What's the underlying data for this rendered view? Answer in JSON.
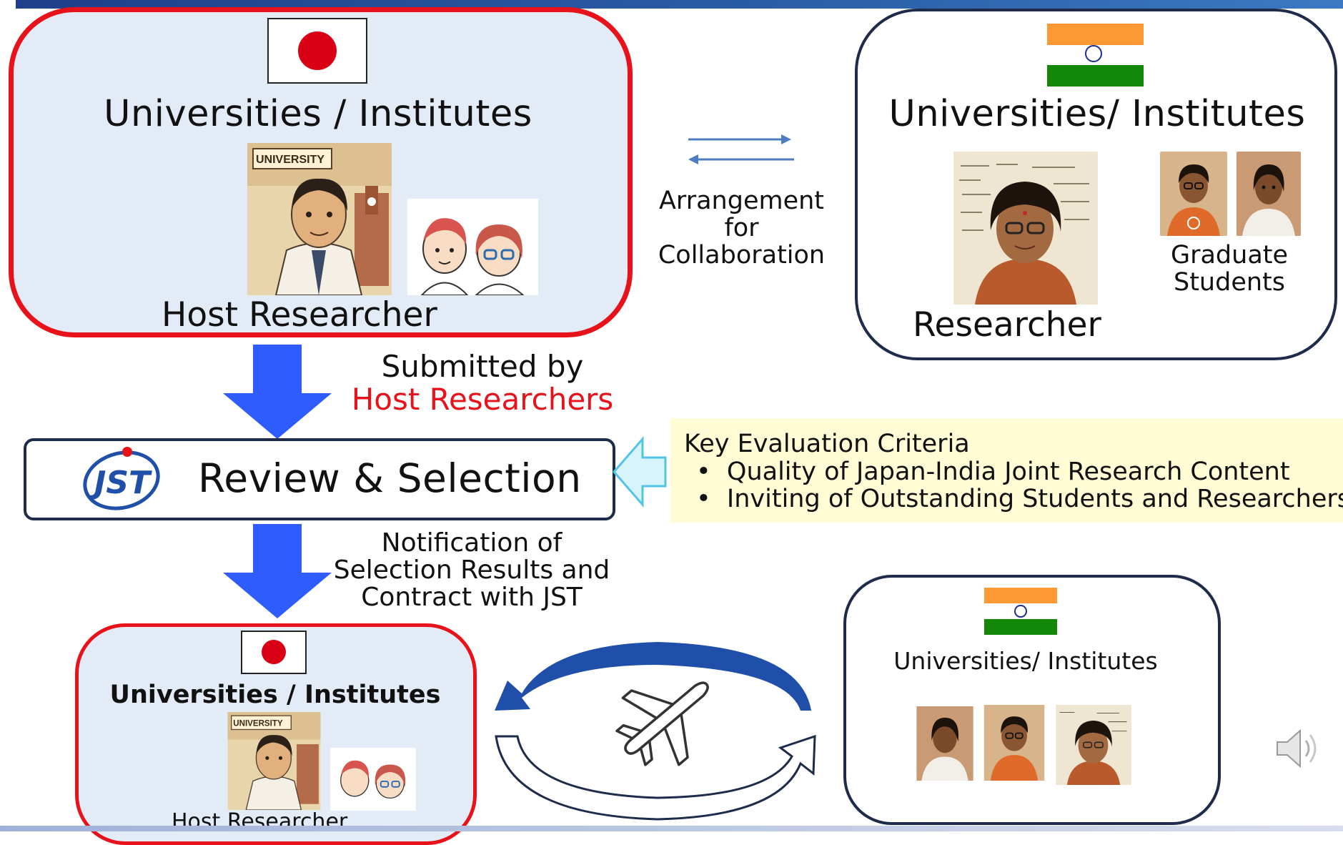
{
  "top_japan": {
    "title": "Universities / Institutes",
    "caption": "Host Researcher"
  },
  "top_india": {
    "title": "Universities/ Institutes",
    "researcher_caption": "Researcher",
    "students_caption_line1": "Graduate",
    "students_caption_line2": "Students"
  },
  "arrangement": {
    "line1": "Arrangement",
    "line2": "for",
    "line3": "Collaboration"
  },
  "submitted": {
    "line1": "Submitted by",
    "line2": "Host Researchers"
  },
  "review": {
    "logo_text": "JST",
    "title": "Review & Selection"
  },
  "criteria": {
    "heading": "Key Evaluation Criteria",
    "items": [
      "Quality of Japan-India Joint Research Content",
      "Inviting of Outstanding Students and Researchers"
    ]
  },
  "notification": {
    "line1": "Notification of",
    "line2": "Selection Results and",
    "line3": "Contract with JST"
  },
  "bottom_japan": {
    "title": "Universities / Institutes",
    "caption": "Host Researcher"
  },
  "bottom_india": {
    "title": "Universities/ Institutes"
  },
  "portrait_labels": {
    "university_sign": "UNIVERSITY"
  },
  "colors": {
    "accent_red": "#e8121b",
    "arrow_blue": "#2f5cff",
    "box_fill": "#e3ebf7",
    "border_navy": "#1e2b4a",
    "criteria_fill": "#fffcd6"
  },
  "icons": [
    "japan-flag-icon",
    "india-flag-icon",
    "jst-logo-icon",
    "airplane-icon",
    "speaker-icon"
  ]
}
